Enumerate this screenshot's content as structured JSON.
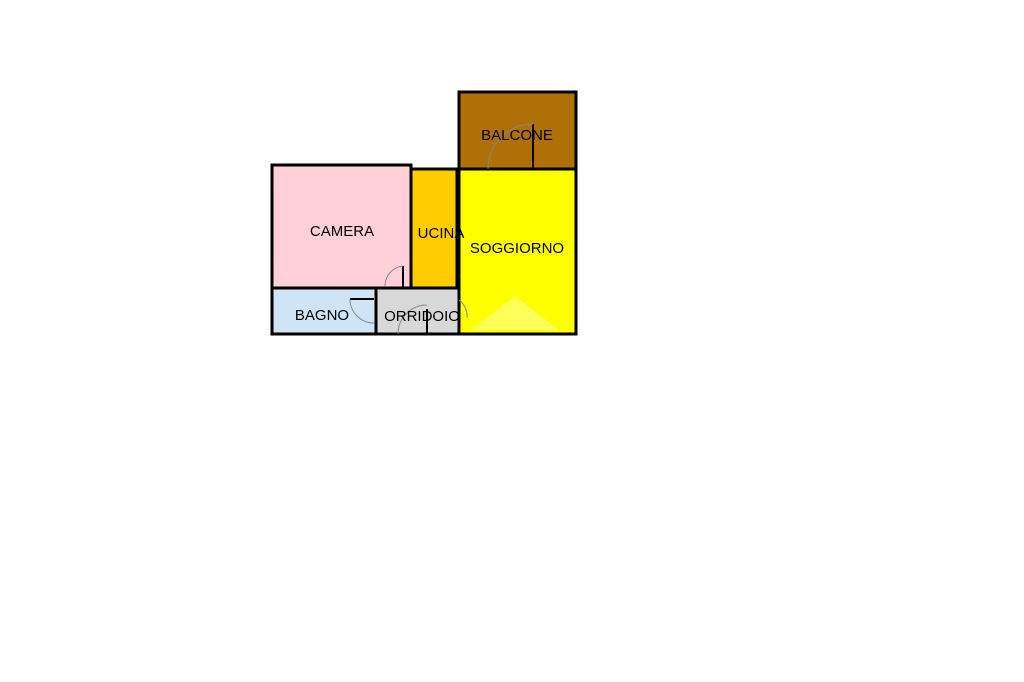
{
  "floor_plan": {
    "rooms": [
      {
        "id": "balcone",
        "label": "BALCONE",
        "color": "#b07008"
      },
      {
        "id": "camera",
        "label": "CAMERA",
        "color": "#ffd0d8"
      },
      {
        "id": "cucina",
        "label": "UCINA",
        "color": "#ffcc00"
      },
      {
        "id": "soggiorno",
        "label": "SOGGIORNO",
        "color": "#ffff00"
      },
      {
        "id": "bagno",
        "label": "BAGNO",
        "color": "#cfe4f5"
      },
      {
        "id": "corridoio",
        "label": "ORRIDOIO",
        "color": "#d8d8d8"
      }
    ],
    "wall_color": "#000000",
    "door_color": "#888888"
  }
}
